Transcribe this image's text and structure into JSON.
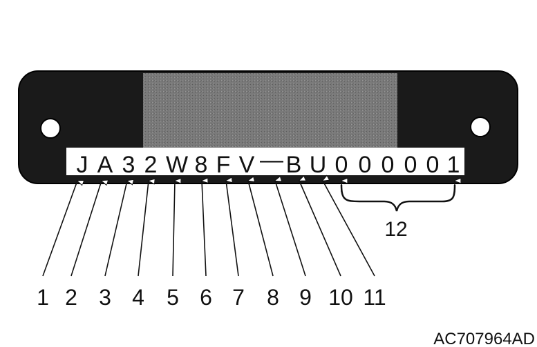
{
  "vin_plate": {
    "characters": [
      "J",
      "A",
      "3",
      "2",
      "W",
      "8",
      "F",
      "V",
      "_",
      "B",
      "U",
      "0",
      "0",
      "0",
      "0",
      "0",
      "1"
    ],
    "plate_color": "#1a1a1a",
    "center_panel_color": "#777777"
  },
  "callouts": [
    "1",
    "2",
    "3",
    "4",
    "5",
    "6",
    "7",
    "8",
    "9",
    "10",
    "11"
  ],
  "group_callout": "12",
  "reference_code": "AC707964AD"
}
